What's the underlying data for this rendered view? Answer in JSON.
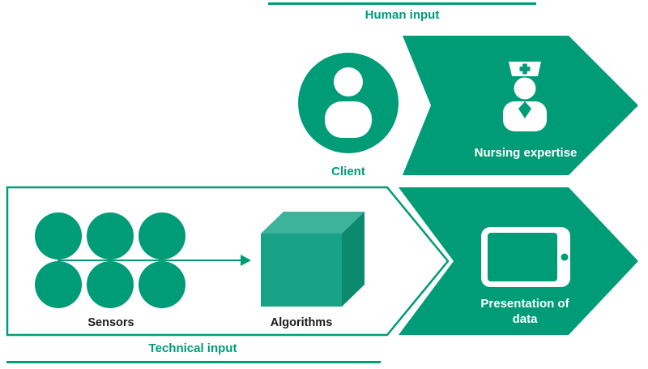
{
  "title": "Human and technical input diagram",
  "colors": {
    "green": "#009B77",
    "cube_top": "#3CB39A",
    "cube_front": "#19A386",
    "cube_right": "#0B8A6E",
    "text_dark": "#1A1A1A",
    "white": "#FFFFFF"
  },
  "labels": {
    "human_input": "Human input",
    "client": "Client",
    "nursing_expertise": "Nursing expertise",
    "sensors": "Sensors",
    "algorithms": "Algorithms",
    "presentation_of_data": "Presentation of data",
    "technical_input": "Technical input"
  },
  "icons": {
    "client": "person-icon",
    "nursing": "nurse-icon",
    "sensors": "circles-grid-icon",
    "algorithms": "cube-icon",
    "presentation": "tablet-icon"
  }
}
